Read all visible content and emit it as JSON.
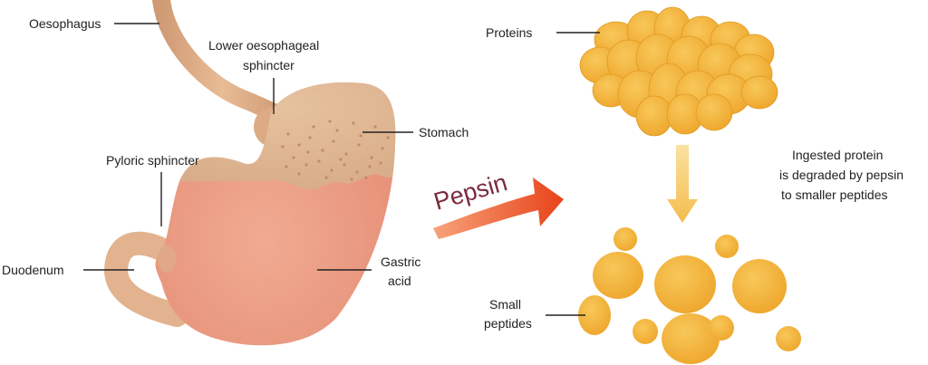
{
  "labels": {
    "oesophagus": "Oesophagus",
    "lower_sphincter_line1": "Lower oesophageal",
    "lower_sphincter_line2": "sphincter",
    "stomach": "Stomach",
    "pyloric_sphincter": "Pyloric sphincter",
    "duodenum": "Duodenum",
    "gastric_acid_line1": "Gastric",
    "gastric_acid_line2": "acid",
    "pepsin": "Pepsin",
    "proteins": "Proteins",
    "caption_line1": "Ingested protein",
    "caption_line2": "is degraded by pepsin",
    "caption_line3": "to smaller peptides",
    "small_peptides_line1": "Small",
    "small_peptides_line2": "peptides"
  },
  "colors": {
    "stomach_lining": "#e89a82",
    "stomach_upper": "#dcb38f",
    "oesophagus_tube": "#deae88",
    "food_dots": "#c48a6a",
    "protein_blob": "#f2b43d",
    "protein_edge": "#e09a20",
    "peptide_blob": "#f4b83c",
    "arrow_orange": "#ee5a24",
    "arrow_down": "#f6c75e",
    "pepsin_text": "#7a2a3a"
  },
  "icons": {
    "stomach": "stomach-illustration",
    "proteins": "protein-cluster",
    "peptides": "peptide-fragments",
    "process_arrow": "curved-arrow",
    "down_arrow": "arrow-down"
  }
}
